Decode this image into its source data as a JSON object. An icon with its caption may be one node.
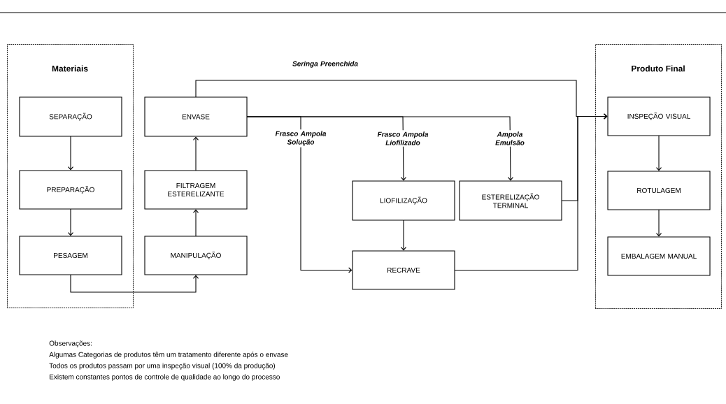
{
  "diagram": {
    "nodes": [
      {
        "text": [
          "Materiais"
        ]
      },
      {
        "text": [
          "SEPARAÇÃO"
        ],
        "in": 0
      },
      {
        "text": [
          "PREPARAÇÃO"
        ],
        "in": 0
      },
      {
        "text": [
          "PESAGEM"
        ],
        "in": 0
      },
      {
        "text": [
          "ENVASE"
        ]
      },
      {
        "text": [
          "FILTRAGEM ESTERELIZANTE"
        ]
      },
      {
        "text": [
          "MANIPULAÇÃO"
        ]
      },
      {
        "text": [
          "LIOFILIZAÇÃO"
        ]
      },
      {
        "text": [
          "ESTERELIZAÇÃO TERMINAL"
        ]
      },
      {
        "text": [
          "RECRAVE"
        ]
      },
      {
        "text": [
          "Produto Final"
        ]
      },
      {
        "text": [
          "INSPEÇÃO VISUAL"
        ],
        "in": 10
      },
      {
        "text": [
          "ROTULAGEM"
        ],
        "in": 10
      },
      {
        "text": [
          "EMBALAGEM MANUAL"
        ],
        "in": 10
      }
    ],
    "edges": [
      {
        "from": 1,
        "to": 2,
        "arrow": "to"
      },
      {
        "from": 2,
        "to": 3,
        "arrow": "to"
      },
      {
        "from": 3,
        "to": 6,
        "arrow": "to"
      },
      {
        "from": 6,
        "to": 5,
        "arrow": "to"
      },
      {
        "from": 5,
        "to": 4,
        "arrow": "to"
      },
      {
        "from": 4,
        "to": 11,
        "arrow": "to",
        "label": "Seringa Preenchida"
      },
      {
        "from": 4,
        "to": 9,
        "arrow": "to",
        "label": "Frasco Ampola Solução"
      },
      {
        "from": 4,
        "to": 7,
        "arrow": "to",
        "label": "Frasco Ampola Liofilizado"
      },
      {
        "from": 4,
        "to": 8,
        "arrow": "to",
        "label": "Ampola Emulsão"
      },
      {
        "from": 7,
        "to": 9,
        "arrow": "to"
      },
      {
        "from": 8,
        "to": 11,
        "arrow": "to"
      },
      {
        "from": 9,
        "to": 11,
        "arrow": "to"
      },
      {
        "from": 11,
        "to": 12,
        "arrow": "to"
      },
      {
        "from": 12,
        "to": 13,
        "arrow": "to"
      }
    ],
    "labels": [
      "Observações:",
      "Algumas Categorias de produtos têm um tratamento diferente após o envase",
      "Todos os produtos passam por uma inspeção visual (100% da produção)",
      "Existem constantes pontos de controle de qualidade ao longo do processo"
    ]
  }
}
